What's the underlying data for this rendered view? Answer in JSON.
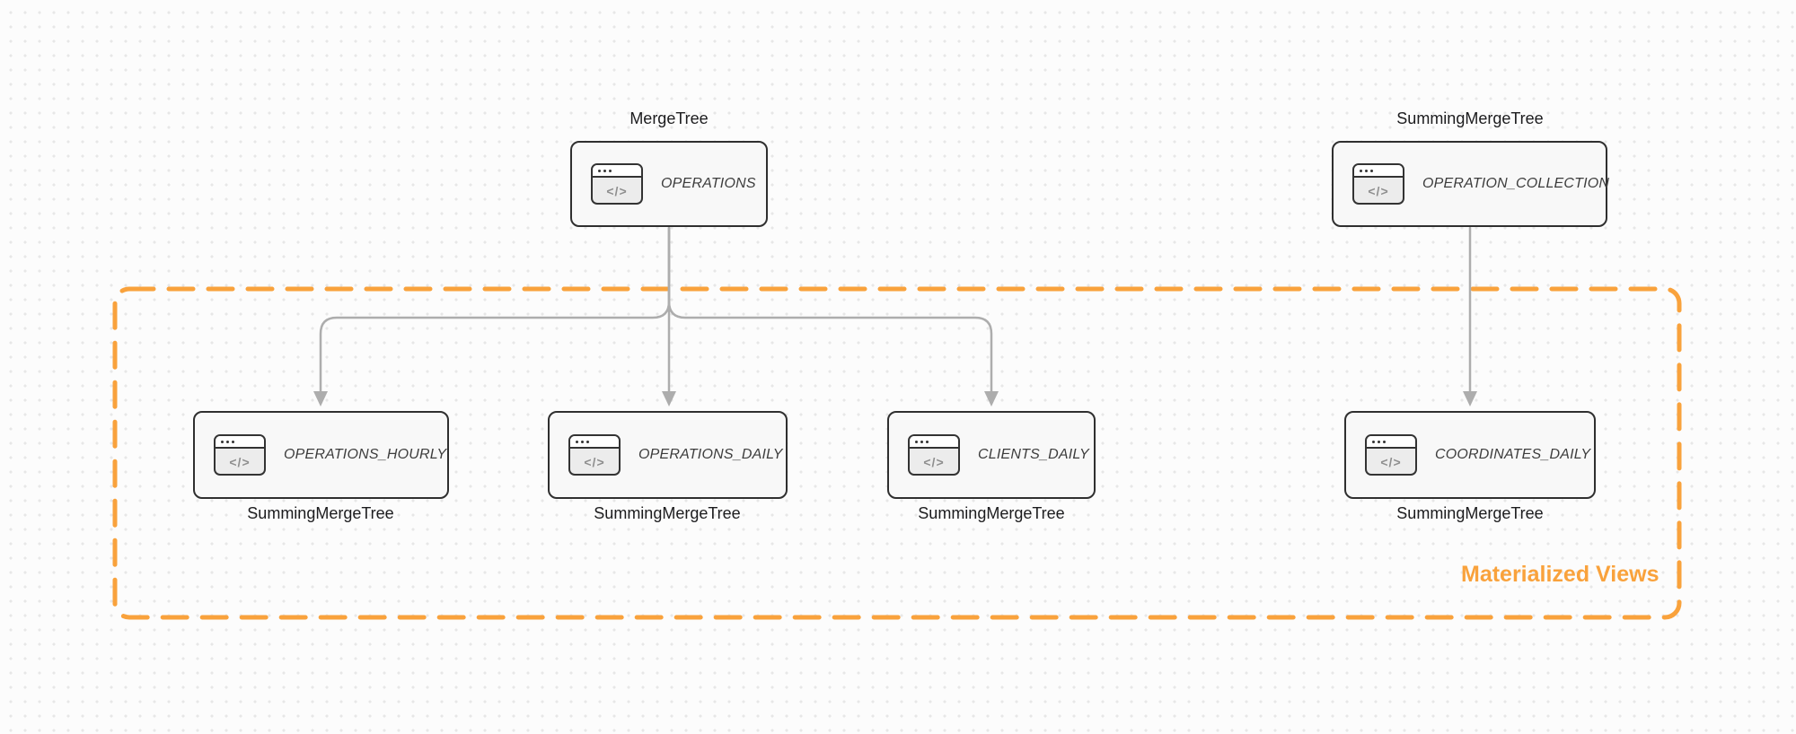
{
  "diagram": {
    "group": {
      "label": "Materialized Views"
    },
    "icons": {
      "code_glyph": "</>"
    },
    "colors": {
      "accent_orange": "#f9a23c",
      "connector_gray": "#aaaaaa",
      "node_border": "#2f2f2f",
      "node_fill": "#f8f8f8",
      "node_text": "#3d3d3d",
      "label_text": "#1c1c1e",
      "background": "#fcfcfc"
    },
    "nodes": [
      {
        "id": "operations",
        "title": "OPERATIONS",
        "engine": "MergeTree",
        "engine_position": "top"
      },
      {
        "id": "operation-collection",
        "title": "OPERATION_COLLECTION",
        "engine": "SummingMergeTree",
        "engine_position": "top"
      },
      {
        "id": "operations-hourly",
        "title": "OPERATIONS_HOURLY",
        "engine": "SummingMergeTree",
        "engine_position": "bottom"
      },
      {
        "id": "operations-daily",
        "title": "OPERATIONS_DAILY",
        "engine": "SummingMergeTree",
        "engine_position": "bottom"
      },
      {
        "id": "clients-daily",
        "title": "CLIENTS_DAILY",
        "engine": "SummingMergeTree",
        "engine_position": "bottom"
      },
      {
        "id": "coordinates-daily",
        "title": "COORDINATES_DAILY",
        "engine": "SummingMergeTree",
        "engine_position": "bottom"
      }
    ],
    "edges": [
      {
        "from": "OPERATIONS",
        "to": "OPERATIONS_HOURLY"
      },
      {
        "from": "OPERATIONS",
        "to": "OPERATIONS_DAILY"
      },
      {
        "from": "OPERATIONS",
        "to": "CLIENTS_DAILY"
      },
      {
        "from": "OPERATION_COLLECTION",
        "to": "COORDINATES_DAILY"
      }
    ]
  }
}
